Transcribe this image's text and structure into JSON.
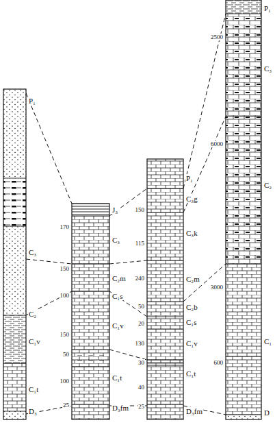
{
  "diagram": {
    "labels": [
      "P₁",
      "C₃",
      "C₂",
      "C₁v",
      "C₁t",
      "D₃",
      "170",
      "150",
      "100",
      "150",
      "50",
      "100",
      "25",
      "J₃",
      "C₃",
      "C₂m",
      "C₁s",
      "C₁v",
      "C₁t",
      "D₃fm",
      "150",
      "115",
      "240",
      "50",
      "20",
      "130",
      "30",
      "40",
      "25",
      "P₁",
      "C₃g",
      "C₃k",
      "C₂m",
      "C₂b",
      "C₁s",
      "C₁v",
      "C₁t",
      "D₃fm",
      "2500",
      "6000",
      "3000",
      "600",
      "P₁",
      "C₃",
      "C₂",
      "C₁",
      "D"
    ]
  }
}
